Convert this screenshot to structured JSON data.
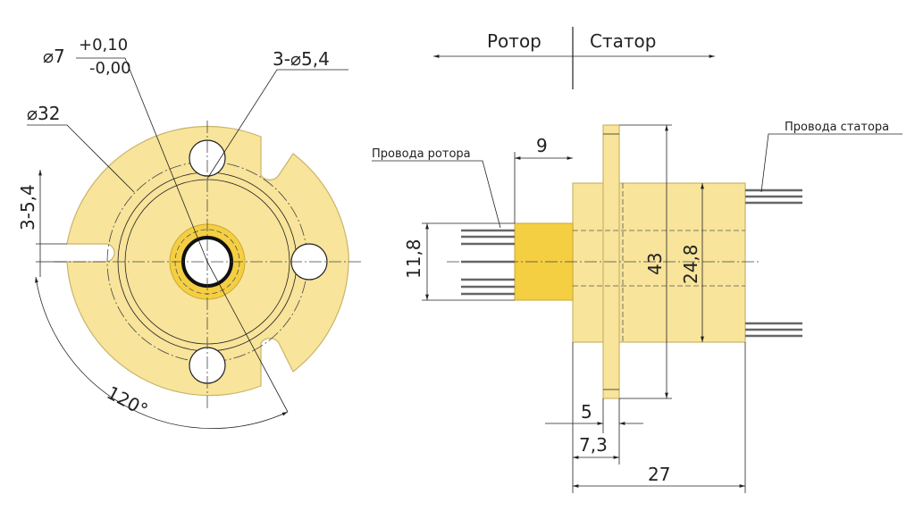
{
  "colors": {
    "body": "#f8e49a",
    "body_stroke": "#c9b56a",
    "gold": "#f5cf42",
    "wire": "#555555"
  },
  "front_view": {
    "bore_dia": "⌀7",
    "bore_tol_upper": "+0,10",
    "bore_tol_lower": "-0,00",
    "outer_dia": "⌀32",
    "holes": "3-⌀5,4",
    "slots": "3-5,4",
    "angle": "120°"
  },
  "side_view": {
    "header_rotor": "Ротор",
    "header_stator": "Статор",
    "rotor_wires": "Провода ротора",
    "stator_wires": "Провода статора",
    "dim_9": "9",
    "dim_11_8": "11,8",
    "dim_43": "43",
    "dim_24_8": "24,8",
    "dim_5": "5",
    "dim_7_3": "7,3",
    "dim_27": "27"
  }
}
